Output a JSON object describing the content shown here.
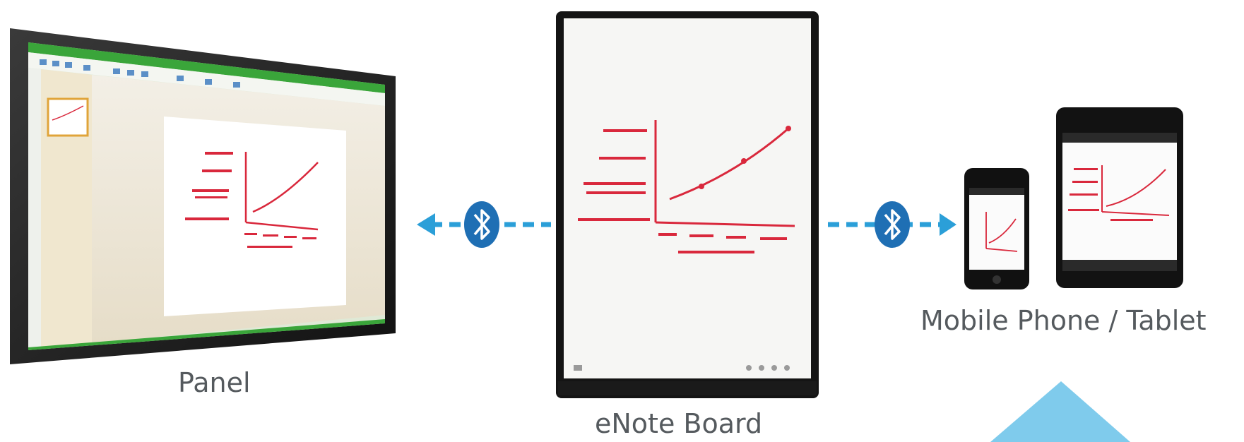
{
  "devices": {
    "panel": {
      "label": "Panel"
    },
    "enote": {
      "label": "eNote Board"
    },
    "mobile": {
      "label": "Mobile Phone / Tablet"
    }
  },
  "connections": [
    {
      "icon": "bluetooth-icon",
      "direction": "left",
      "color": "#2b9fd8"
    },
    {
      "icon": "bluetooth-icon",
      "direction": "right",
      "color": "#2b9fd8"
    }
  ],
  "colors": {
    "accent_blue": "#2b9fd8",
    "ink_red": "#d9283c",
    "bezel": "#1b1b1b",
    "app_green": "#3aa53a",
    "decor_triangle": "#7fcbec"
  }
}
